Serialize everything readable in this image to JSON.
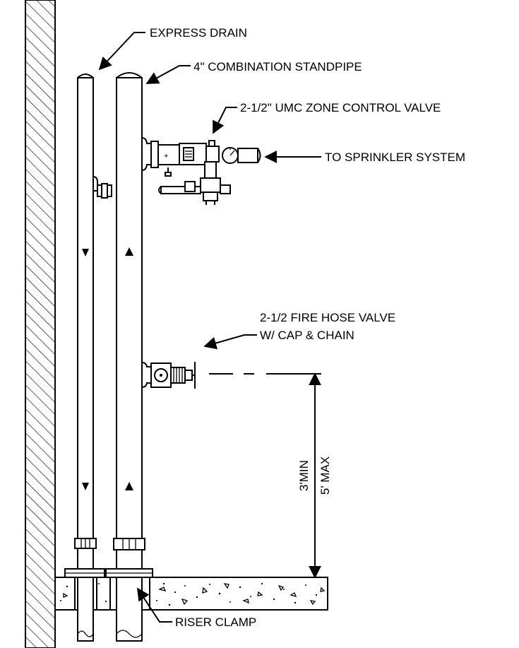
{
  "labels": {
    "express_drain": "EXPRESS DRAIN",
    "standpipe": "4\" COMBINATION STANDPIPE",
    "zone_valve": "2-1/2\" UMC ZONE CONTROL VALVE",
    "to_sprinkler": "TO SPRINKLER SYSTEM",
    "hose_valve_line1": "2-1/2 FIRE HOSE VALVE",
    "hose_valve_line2": "W/ CAP & CHAIN",
    "riser_clamp": "RISER CLAMP",
    "dim_min": "3'MIN",
    "dim_max": "5' MAX"
  },
  "colors": {
    "line": "#000000",
    "background": "#ffffff"
  }
}
